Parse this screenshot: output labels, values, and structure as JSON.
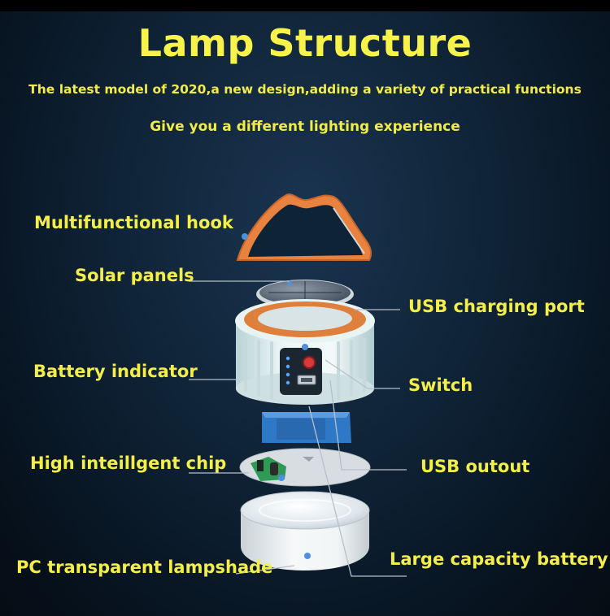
{
  "header": {
    "title": "Lamp Structure",
    "subtitle": "The latest model of 2020,a new design,adding a variety of practical functions",
    "tagline": "Give you a different lighting experience"
  },
  "labels": {
    "hook": "Multifunctional hook",
    "solar": "Solar panels",
    "battery_indicator": "Battery indicator",
    "chip": "High inteillgent chip",
    "lampshade": "PC transparent lampshade",
    "usb_charging": "USB charging port",
    "switch": "Switch",
    "usb_output": "USB outout",
    "battery": "Large capacity battery"
  },
  "colors": {
    "label_yellow": "#f4ee4a",
    "hook_orange": "#e9813f",
    "body_white": "#e8f3f3",
    "ring_orange": "#df7f3c",
    "battery_blue": "#2f78c6",
    "pcb_green": "#2e9a55"
  }
}
